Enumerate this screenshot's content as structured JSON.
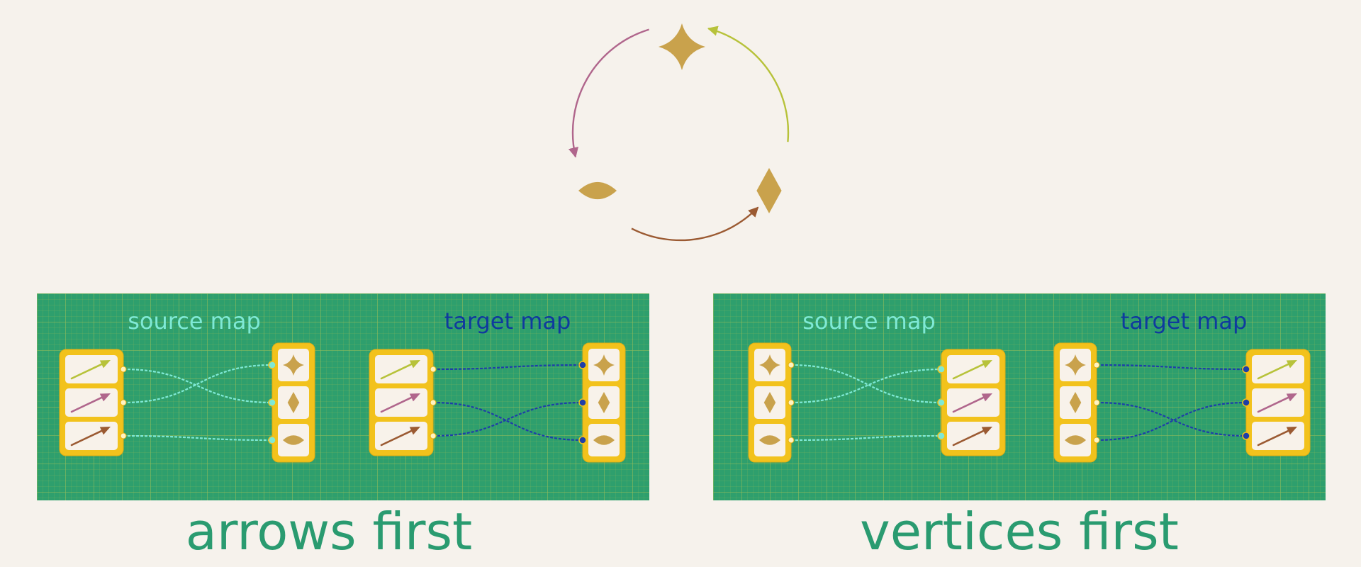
{
  "cycle": {
    "vertices": [
      {
        "name": "star",
        "icon": "four-point-star-icon"
      },
      {
        "name": "diamond",
        "icon": "diamond-icon"
      },
      {
        "name": "lens",
        "icon": "lens-icon"
      }
    ],
    "edges": [
      {
        "from": "star",
        "to": "lens",
        "color": "#b0668c"
      },
      {
        "from": "lens",
        "to": "diamond",
        "color": "#9b5a32"
      },
      {
        "from": "diamond",
        "to": "star",
        "color": "#b7c23a"
      }
    ],
    "vertex_color": "#c9a24c"
  },
  "panels": [
    {
      "caption": "arrows first",
      "source_label": "source map",
      "target_label": "target map",
      "source_link_color": "#7fe9d6",
      "target_link_color": "#1e3ea8",
      "source_map": {
        "from": "arrows",
        "to": "vertices",
        "links": [
          [
            0,
            1
          ],
          [
            1,
            0
          ],
          [
            2,
            2
          ]
        ]
      },
      "target_map": {
        "from": "arrows",
        "to": "vertices",
        "links": [
          [
            0,
            0
          ],
          [
            1,
            2
          ],
          [
            2,
            1
          ]
        ]
      }
    },
    {
      "caption": "vertices first",
      "source_label": "source map",
      "target_label": "target map",
      "source_link_color": "#7fe9d6",
      "target_link_color": "#1e3ea8",
      "source_map": {
        "from": "vertices",
        "to": "arrows",
        "links": [
          [
            0,
            1
          ],
          [
            1,
            0
          ],
          [
            2,
            2
          ]
        ]
      },
      "target_map": {
        "from": "vertices",
        "to": "arrows",
        "links": [
          [
            0,
            0
          ],
          [
            1,
            2
          ],
          [
            2,
            1
          ]
        ]
      }
    }
  ],
  "colors": {
    "background": "#f6f2ec",
    "panel": "#2e9f6d",
    "box": "#f2c21c",
    "cell": "#f8f2ea",
    "caption": "#2a9b70"
  }
}
